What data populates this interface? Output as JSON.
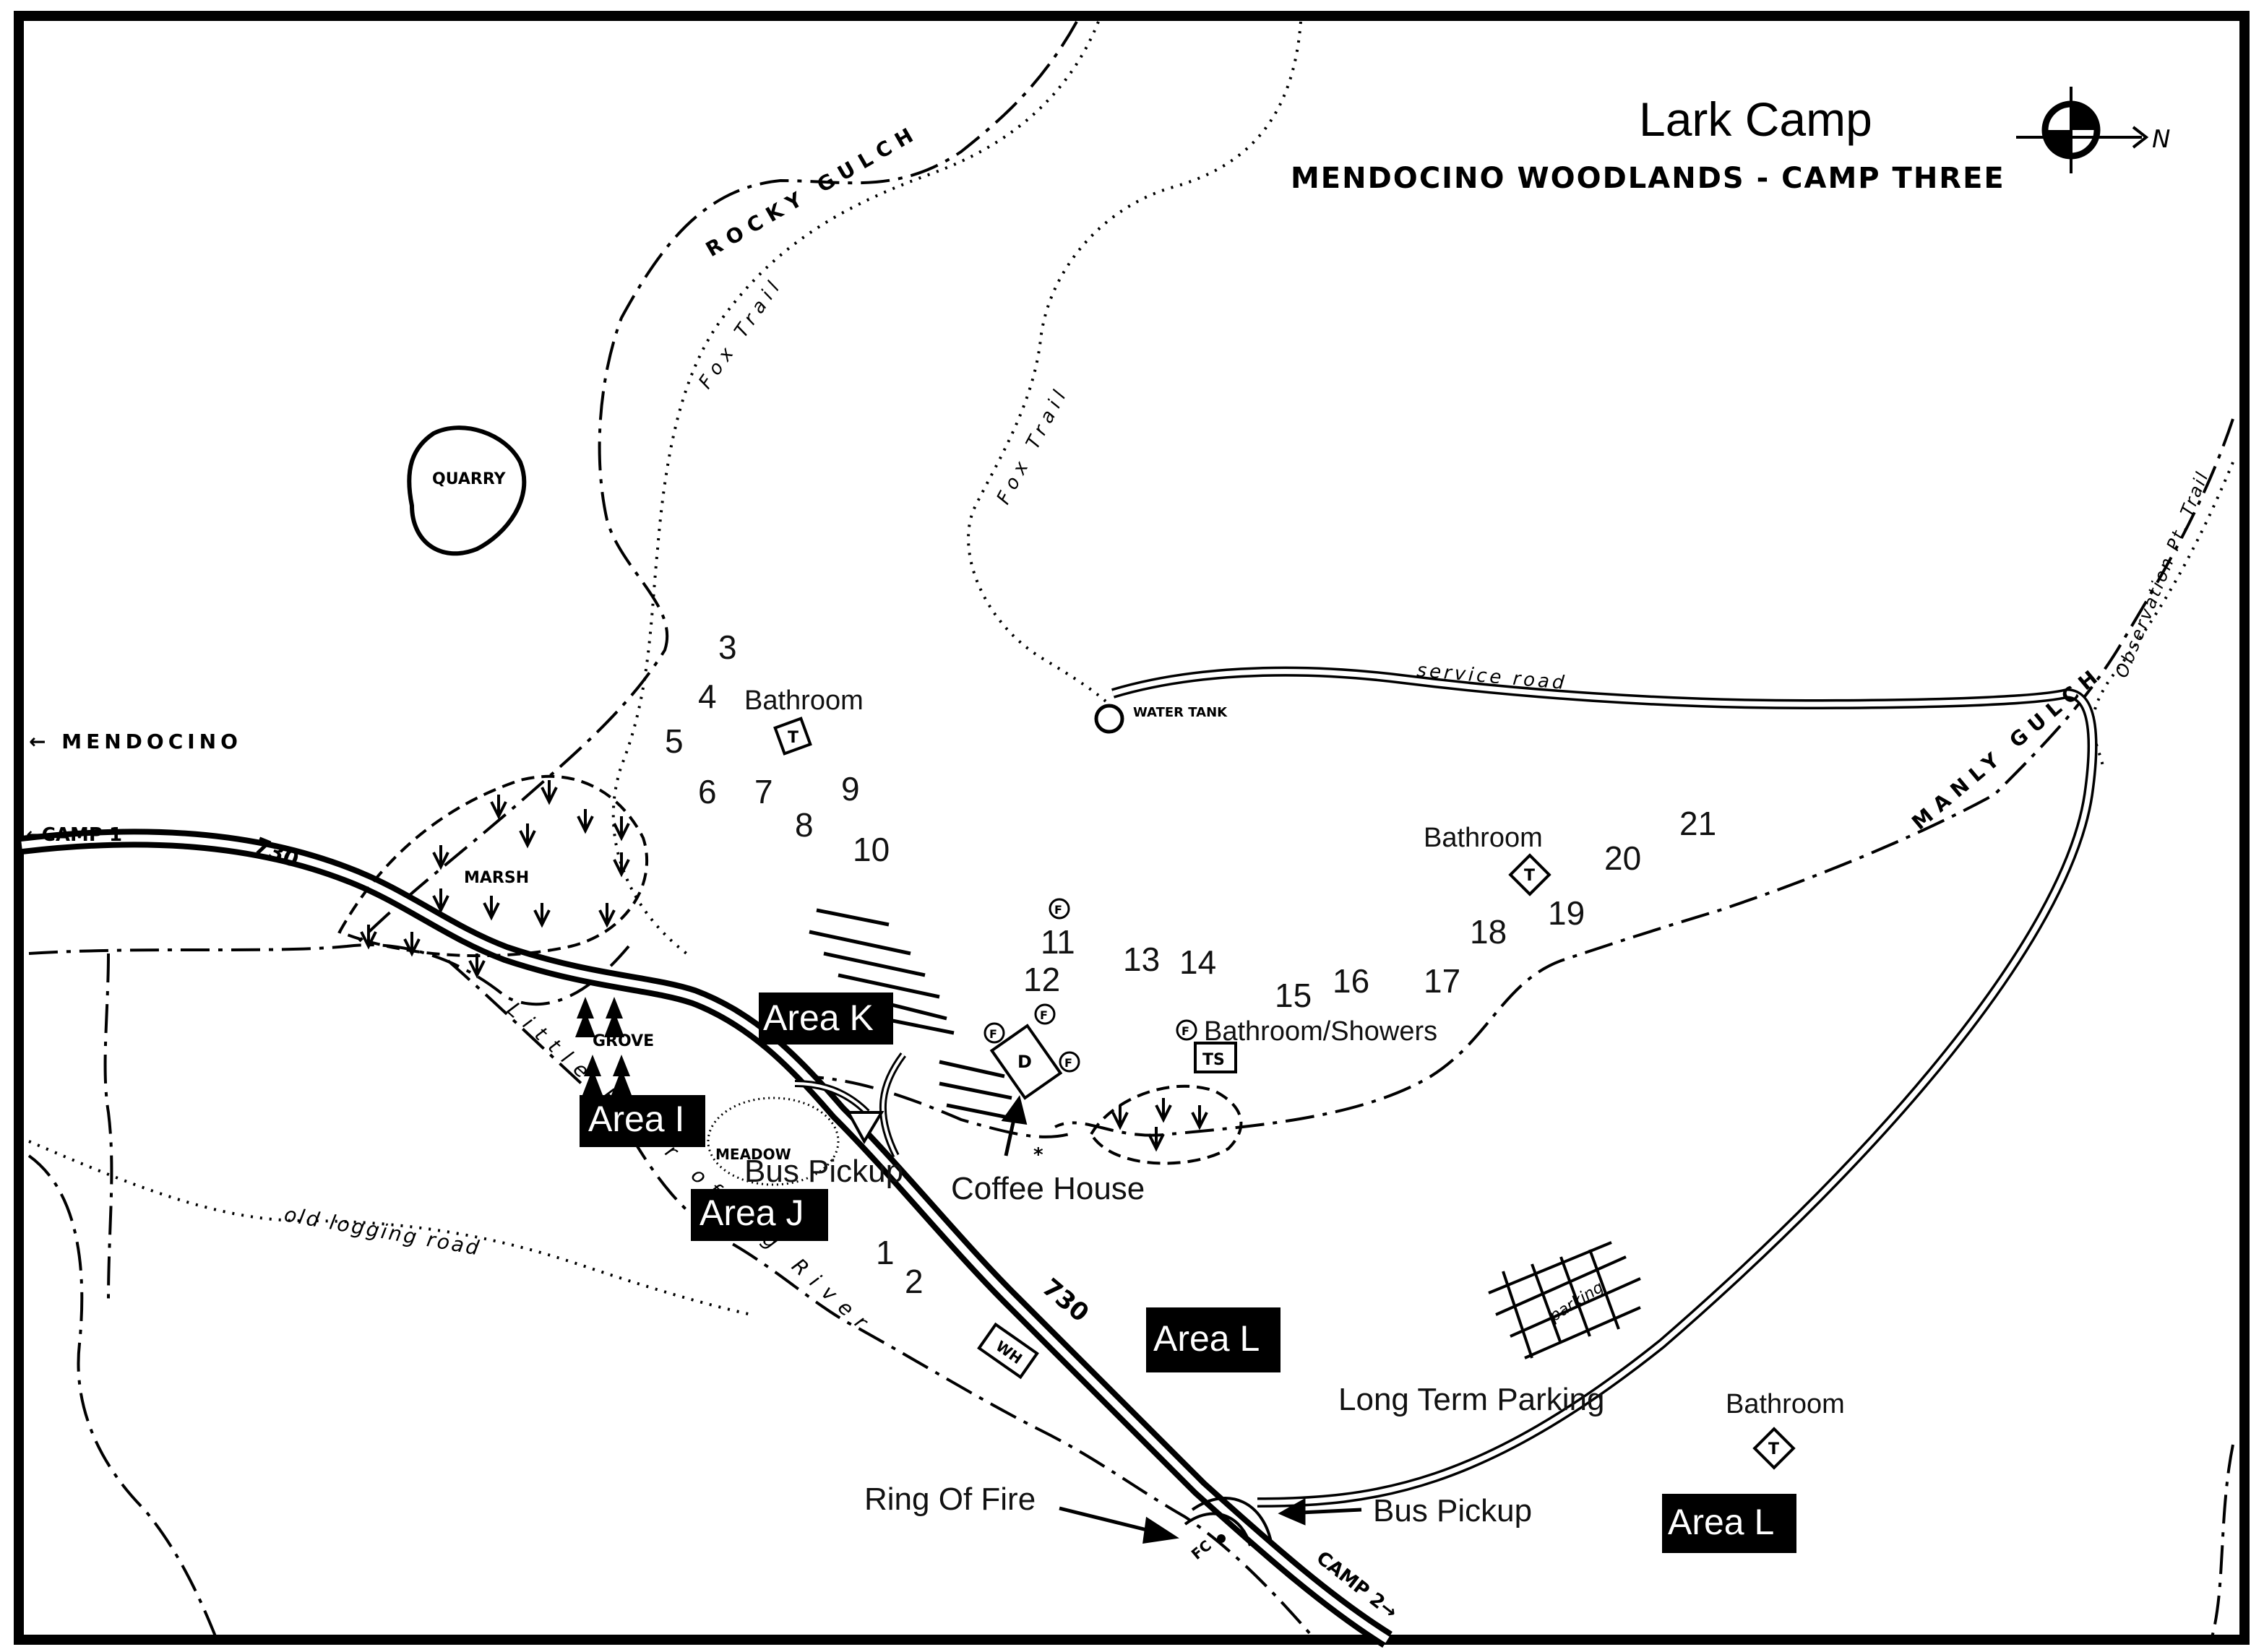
{
  "title": "Lark Camp",
  "subtitle": "MENDOCINO WOODLANDS - CAMP THREE",
  "compass": {
    "icon": "compass-north-icon",
    "label": "N"
  },
  "directions": {
    "mendocino": "MENDOCINO",
    "camp1": "CAMP 1",
    "camp2": "CAMP 2"
  },
  "roads": {
    "hwy_label_top": "730",
    "hwy_label_bottom": "730",
    "service_road": "service road",
    "old_logging_road": "old logging road"
  },
  "trails": {
    "fox_trail_upper": "Fox Trail",
    "fox_trail_right": "Fox Trail",
    "observation_pt": "Observation Pt. Trail"
  },
  "creeks": {
    "rocky_gulch": "ROCKY GULCH",
    "manly_gulch": "MANLY GULCH",
    "little_river": "Little River of Big River"
  },
  "features": {
    "quarry": "QUARRY",
    "water_tank": "WATER TANK",
    "marsh": "MARSH",
    "grove": "GROVE",
    "meadow": "MEADOW",
    "parking": "parking"
  },
  "symbols": {
    "toilet": "T",
    "toilet_shower": "TS",
    "dining": "D",
    "fireplace": "F",
    "workshop": "WH",
    "fire_circle": "FC"
  },
  "sites": [
    "1",
    "2",
    "3",
    "4",
    "5",
    "6",
    "7",
    "8",
    "9",
    "10",
    "11",
    "12",
    "13",
    "14",
    "15",
    "16",
    "17",
    "18",
    "19",
    "20",
    "21"
  ],
  "labels": {
    "bathroom_1": "Bathroom",
    "bathroom_2": "Bathroom",
    "bathroom_3": "Bathroom",
    "bathroom_showers": "Bathroom/Showers",
    "bus_pickup_1": "Bus Pickup",
    "bus_pickup_2": "Bus Pickup",
    "coffee_house": "Coffee House",
    "ring_of_fire": "Ring Of Fire",
    "long_term_parking": "Long Term Parking"
  },
  "areas": {
    "area_i": "Area I",
    "area_j": "Area J",
    "area_k": "Area K",
    "area_l_1": "Area L",
    "area_l_2": "Area L"
  }
}
